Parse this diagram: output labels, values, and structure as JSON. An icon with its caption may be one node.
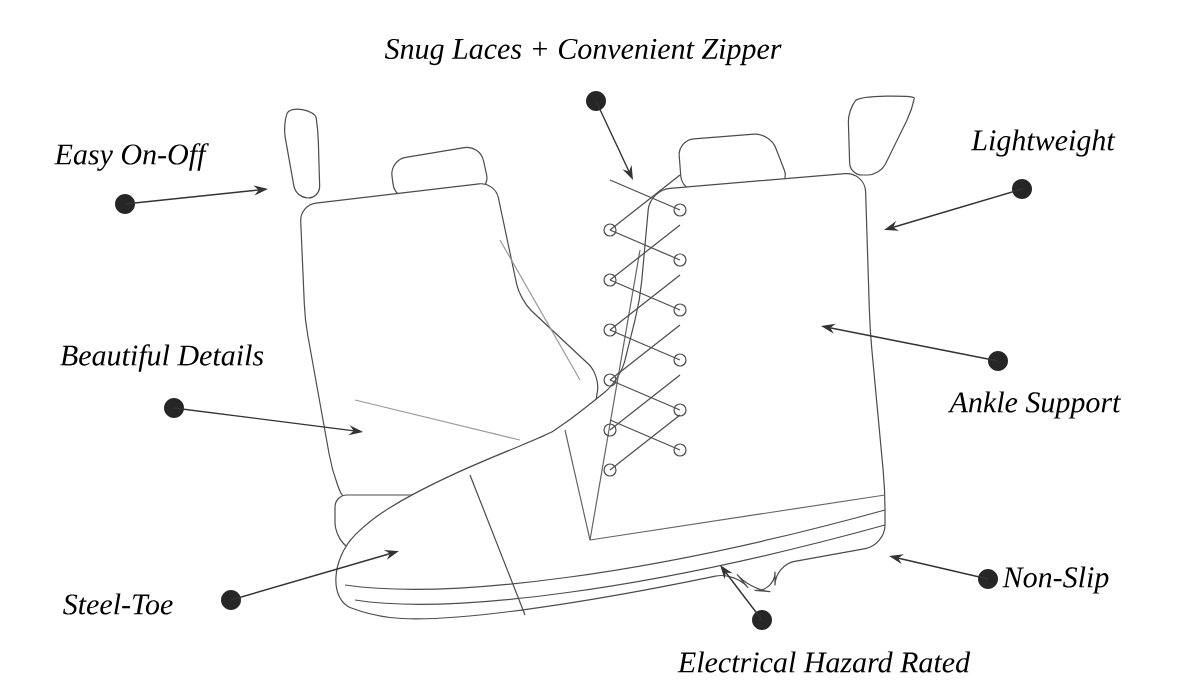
{
  "diagram": {
    "nodes": [
      {
        "text": [
          "Snug Laces + Convenient Zipper"
        ]
      },
      {
        "text": [
          "Easy On-Off"
        ]
      },
      {
        "text": [
          "Lightweight"
        ]
      },
      {
        "text": [
          "Beautiful Details"
        ]
      },
      {
        "text": [
          "Ankle Support"
        ]
      },
      {
        "text": [
          "Steel-Toe"
        ]
      },
      {
        "text": [
          "Non-Slip"
        ]
      },
      {
        "text": [
          "Electrical Hazard Rated"
        ]
      }
    ],
    "edges": [
      {
        "from": 0,
        "to": null,
        "arrow": "to"
      },
      {
        "from": 1,
        "to": null,
        "arrow": "to"
      },
      {
        "from": 2,
        "to": null,
        "arrow": "to"
      },
      {
        "from": 3,
        "to": null,
        "arrow": "to"
      },
      {
        "from": 4,
        "to": null,
        "arrow": "to"
      },
      {
        "from": 5,
        "to": null,
        "arrow": "to"
      },
      {
        "from": 6,
        "to": null,
        "arrow": "to"
      },
      {
        "from": 7,
        "to": null,
        "arrow": "to"
      }
    ]
  }
}
